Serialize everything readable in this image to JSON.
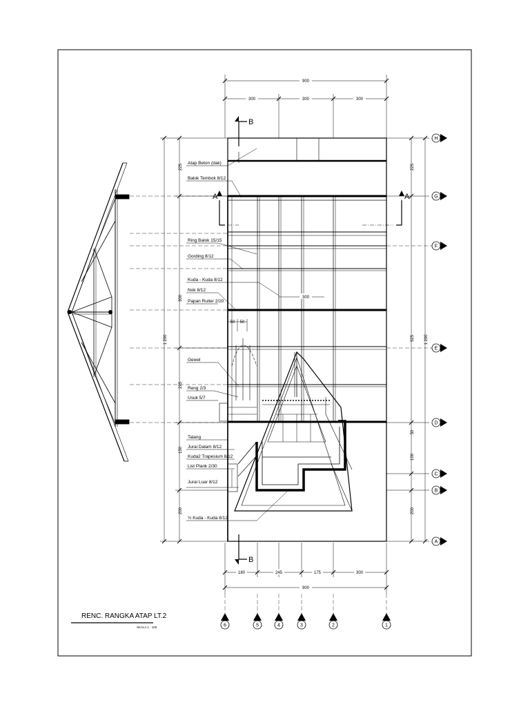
{
  "drawing": {
    "title": "RENC. RANGKA ATAP LT.2",
    "scale": "SKALA 1 : 100"
  },
  "section_marks": {
    "a": "A",
    "b": "B"
  },
  "grid_rows": [
    "H",
    "G",
    "F",
    "E",
    "D",
    "C",
    "B",
    "A"
  ],
  "grid_cols": [
    "6",
    "5",
    "4",
    "3",
    "2",
    "1"
  ],
  "dims_top": {
    "total": "900",
    "bay1": "300",
    "bay2": "300",
    "bay3": "300"
  },
  "dims_bottom": {
    "d1": "180",
    "d2": "245",
    "d3": "175",
    "d4": "300",
    "total": "900"
  },
  "dims_left": {
    "d1": "225",
    "d2": "300",
    "d3": "225",
    "d4": "150",
    "d5": "200",
    "total": "1 200"
  },
  "dims_right": {
    "d1": "225",
    "d2": "525",
    "d3": "50",
    "d4": "100",
    "d5": "200",
    "total": "1 200"
  },
  "dims_inner": {
    "rafter": "300",
    "a": "50",
    "b": "50"
  },
  "labels": [
    "Atap Beton (dak)",
    "Balok Tembok 8/12",
    "Ring Balok 15/15",
    "Gording 8/12",
    "Kuda - Kuda 8/12",
    "Nok 8/12",
    "Papan Ruiter 2/20",
    "Gewel",
    "Reng 2/3",
    "Usuk 5/7",
    "Talang",
    "Jurai Dalam 8/12",
    "Kuda2 Trapesium 8/12",
    "List Plank 2/30",
    "Jurai Luar 8/12",
    "½ Kuda - Kuda 8/12"
  ]
}
